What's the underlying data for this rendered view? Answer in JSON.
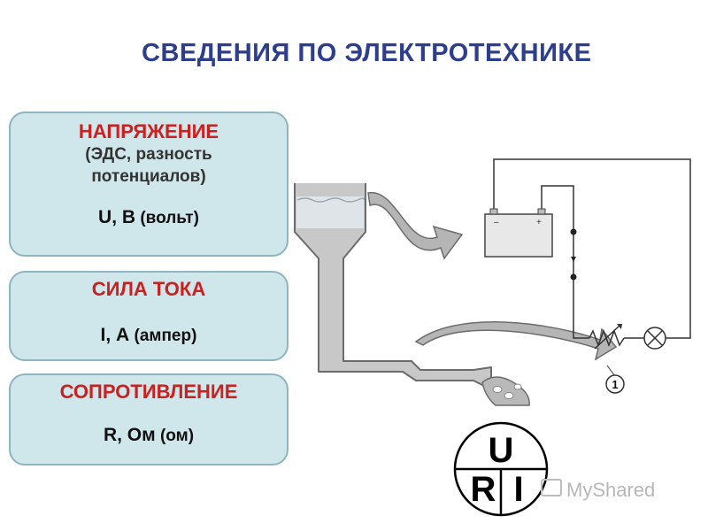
{
  "title": "СВЕДЕНИЯ ПО ЭЛЕКТРОТЕХНИКЕ",
  "cards": {
    "voltage": {
      "heading": "НАПРЯЖЕНИЕ",
      "sub1": "(ЭДС, разность",
      "sub2": "потенциалов)",
      "unit_main": "U, В",
      "unit_paren": "(вольт)"
    },
    "current": {
      "heading": "СИЛА ТОКА",
      "unit_main": "I, А",
      "unit_paren": "(ампер)"
    },
    "resistance": {
      "heading": "СОПРОТИВЛЕНИЕ",
      "unit_main": "R, Ом",
      "unit_paren": "(ом)"
    }
  },
  "diagram": {
    "battery_minus": "–",
    "battery_plus": "+",
    "callout_number": "1"
  },
  "uri_circle": {
    "top": "U",
    "left": "R",
    "right": "I"
  },
  "watermark": "MyShared"
}
